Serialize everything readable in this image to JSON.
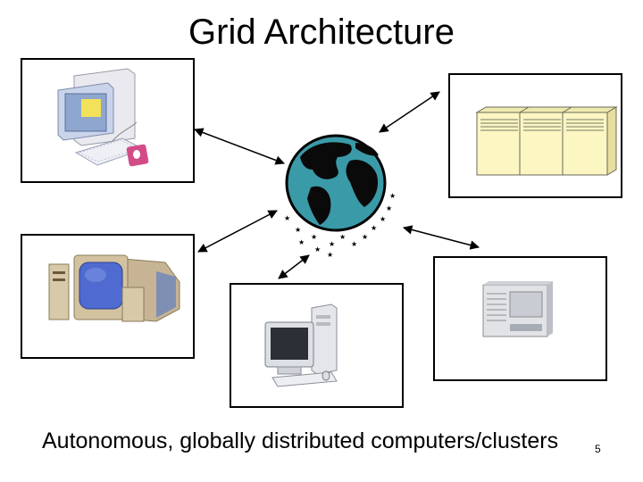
{
  "slide": {
    "title": "Grid Architecture",
    "caption": "Autonomous, globally distributed computers/clusters",
    "slide_number": "5"
  },
  "icons": {
    "center": "globe-icon",
    "nodes": [
      "desktop-computer-icon",
      "server-rack-icon",
      "crt-workstation-icon",
      "personal-computer-icon",
      "mainframe-icon"
    ]
  },
  "colors": {
    "globe_ocean": "#3a9aa8",
    "globe_land": "#0a0a0a",
    "server_fill": "#fbf6c2",
    "crt_screen": "#4f6bd1",
    "beige": "#d8c9a8"
  }
}
